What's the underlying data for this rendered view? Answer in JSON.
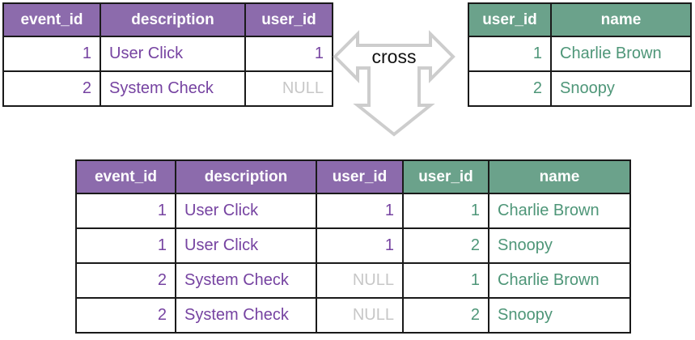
{
  "join_label": "cross",
  "colors": {
    "purple_header_bg": "#8c6bac",
    "purple_cell_text": "#7643a1",
    "green_header_bg": "#6ba28b",
    "green_cell_text": "#4e9678",
    "null_text": "#c7c7c7",
    "header_text": "#ffffff",
    "table_border": "#1a1a1a",
    "arrow_outline": "#cdcdcd",
    "label_text": "#111111",
    "background": "#ffffff"
  },
  "tables": {
    "events": {
      "columns": [
        {
          "label": "event_id",
          "theme": "purple",
          "kind": "number"
        },
        {
          "label": "description",
          "theme": "purple",
          "kind": "text"
        },
        {
          "label": "user_id",
          "theme": "purple",
          "kind": "number"
        }
      ],
      "rows": [
        [
          "1",
          "User Click",
          "1"
        ],
        [
          "2",
          "System Check",
          "NULL"
        ]
      ]
    },
    "users": {
      "columns": [
        {
          "label": "user_id",
          "theme": "green",
          "kind": "number"
        },
        {
          "label": "name",
          "theme": "green",
          "kind": "text"
        }
      ],
      "rows": [
        [
          "1",
          "Charlie Brown"
        ],
        [
          "2",
          "Snoopy"
        ]
      ]
    },
    "result": {
      "columns": [
        {
          "label": "event_id",
          "theme": "purple",
          "kind": "number"
        },
        {
          "label": "description",
          "theme": "purple",
          "kind": "text"
        },
        {
          "label": "user_id",
          "theme": "purple",
          "kind": "number"
        },
        {
          "label": "user_id",
          "theme": "green",
          "kind": "number"
        },
        {
          "label": "name",
          "theme": "green",
          "kind": "text"
        }
      ],
      "rows": [
        [
          "1",
          "User Click",
          "1",
          "1",
          "Charlie Brown"
        ],
        [
          "1",
          "User Click",
          "1",
          "2",
          "Snoopy"
        ],
        [
          "2",
          "System Check",
          "NULL",
          "1",
          "Charlie Brown"
        ],
        [
          "2",
          "System Check",
          "NULL",
          "2",
          "Snoopy"
        ]
      ]
    }
  }
}
